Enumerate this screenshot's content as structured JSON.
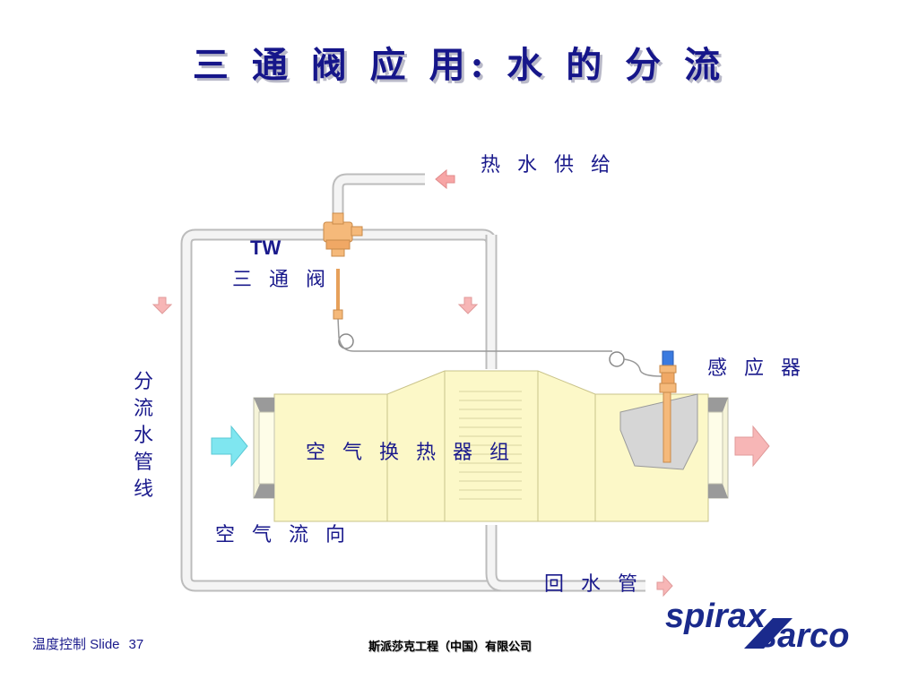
{
  "title": "三 通 阀 应 用: 水 的 分 流",
  "labels": {
    "hot_water_supply": "热 水 供 给",
    "tw": "TW",
    "three_way_valve": "三 通 阀",
    "sensor": "感 应 器",
    "bypass_pipe": "分流水管线",
    "heat_exchanger": "空 气 换 热 器 组",
    "air_flow": "空 气 流 向",
    "return_pipe": "回 水 管"
  },
  "footer": {
    "section": "温度控制 Slide",
    "slide_number": "37",
    "company": "斯派莎克工程（中国）有限公司"
  },
  "logo": {
    "text_top": "spirax",
    "text_bottom": "sarco"
  },
  "colors": {
    "title": "#16168a",
    "label": "#1a1a8c",
    "pipe_fill": "#f4f4f4",
    "pipe_stroke": "#bcbcbc",
    "exchanger": "#fcf8c8",
    "valve": "#f5b97a",
    "arrow_in": "#7fe6f0",
    "arrow_out": "#f7b6b6",
    "sensor_cap": "#3a7ae0"
  }
}
